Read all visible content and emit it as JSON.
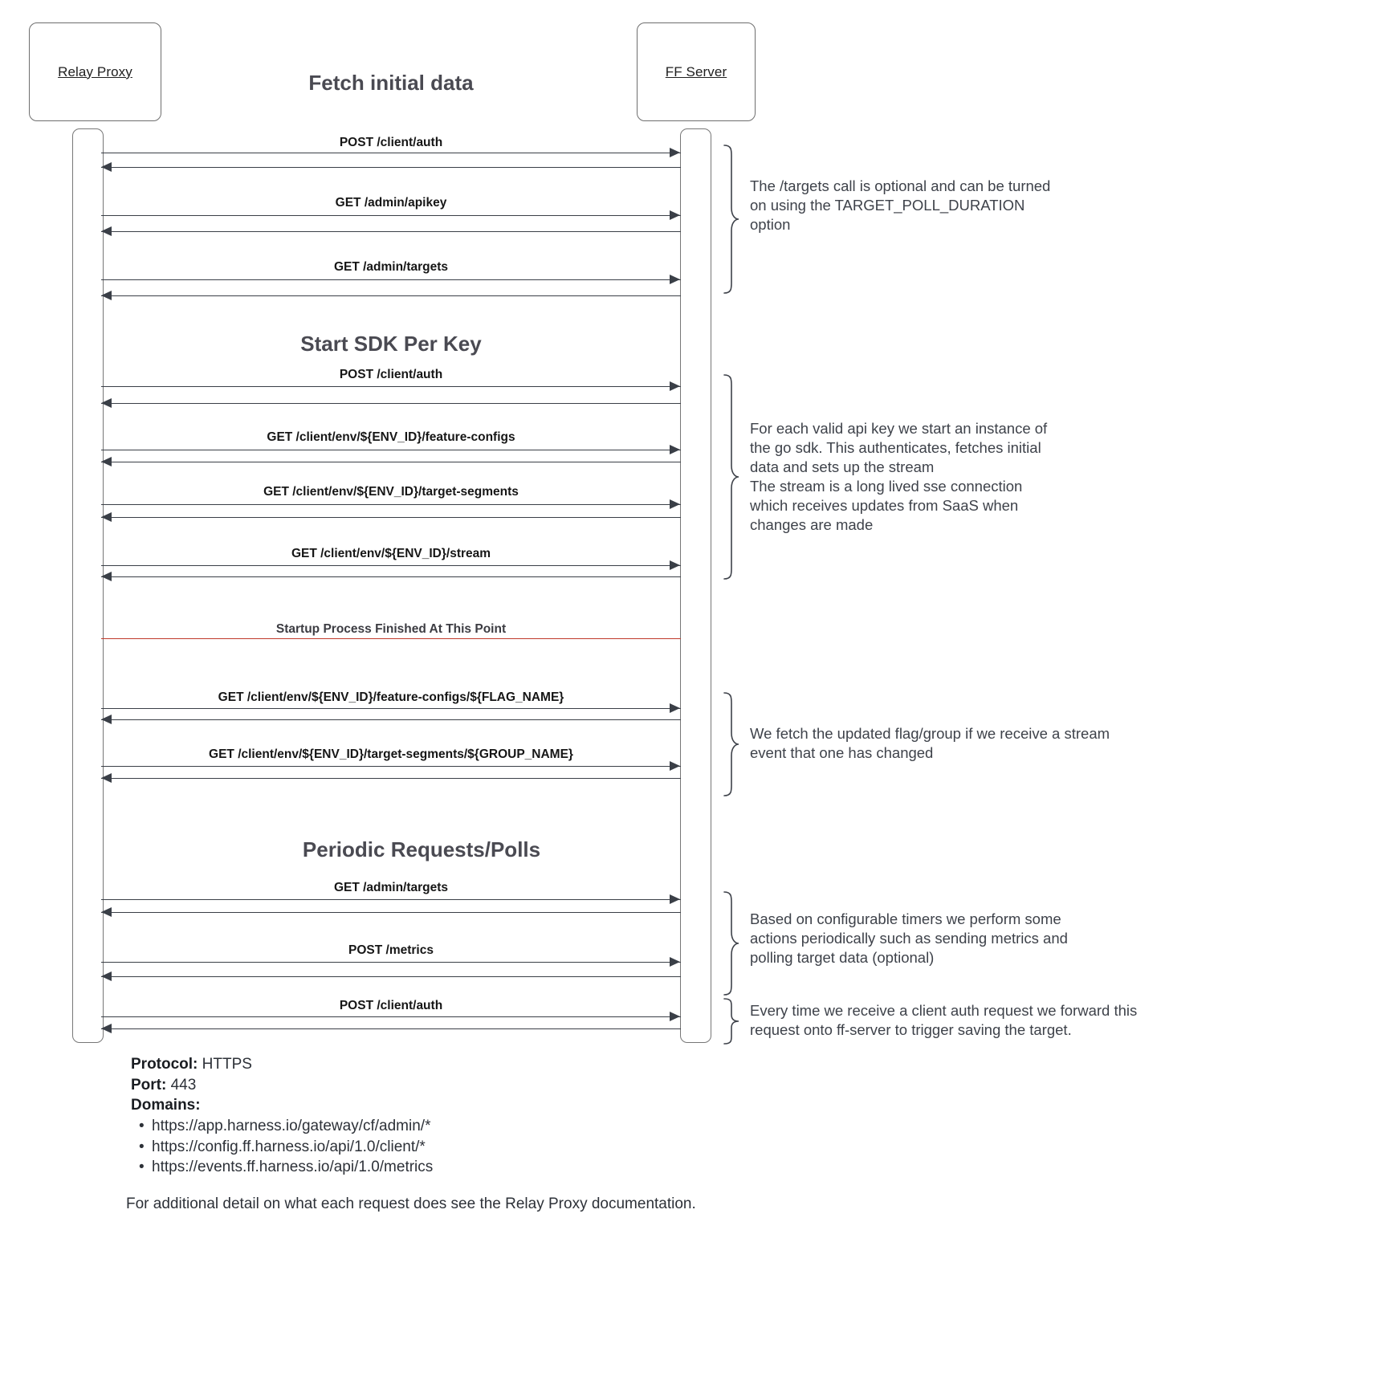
{
  "diagram": {
    "type": "sequence-diagram",
    "participants": [
      {
        "id": "relay-proxy",
        "label": "Relay Proxy"
      },
      {
        "id": "ff-server",
        "label": "FF Server"
      }
    ],
    "sections": [
      {
        "id": "fetch-initial-data",
        "title": "Fetch initial data"
      },
      {
        "id": "start-sdk-per-key",
        "title": "Start SDK Per Key"
      },
      {
        "id": "periodic-requests",
        "title": "Periodic Requests/Polls"
      }
    ],
    "divider": {
      "label": "Startup Process Finished At This Point",
      "color": "#c0392b"
    },
    "messages": [
      {
        "id": "m1",
        "label": "POST /client/auth",
        "direction": "request",
        "section": "fetch-initial-data"
      },
      {
        "id": "m1r",
        "label": "",
        "direction": "response",
        "section": "fetch-initial-data"
      },
      {
        "id": "m2",
        "label": "GET /admin/apikey",
        "direction": "request",
        "section": "fetch-initial-data"
      },
      {
        "id": "m2r",
        "label": "",
        "direction": "response",
        "section": "fetch-initial-data"
      },
      {
        "id": "m3",
        "label": "GET /admin/targets",
        "direction": "request",
        "section": "fetch-initial-data"
      },
      {
        "id": "m3r",
        "label": "",
        "direction": "response",
        "section": "fetch-initial-data"
      },
      {
        "id": "m4",
        "label": "POST /client/auth",
        "direction": "request",
        "section": "start-sdk-per-key"
      },
      {
        "id": "m4r",
        "label": "",
        "direction": "response",
        "section": "start-sdk-per-key"
      },
      {
        "id": "m5",
        "label": "GET /client/env/${ENV_ID}/feature-configs",
        "direction": "request",
        "section": "start-sdk-per-key"
      },
      {
        "id": "m5r",
        "label": "",
        "direction": "response",
        "section": "start-sdk-per-key"
      },
      {
        "id": "m6",
        "label": "GET /client/env/${ENV_ID}/target-segments",
        "direction": "request",
        "section": "start-sdk-per-key"
      },
      {
        "id": "m6r",
        "label": "",
        "direction": "response",
        "section": "start-sdk-per-key"
      },
      {
        "id": "m7",
        "label": "GET /client/env/${ENV_ID}/stream",
        "direction": "request",
        "section": "start-sdk-per-key"
      },
      {
        "id": "m7r",
        "label": "",
        "direction": "response",
        "section": "start-sdk-per-key"
      },
      {
        "id": "m8",
        "label": "GET /client/env/${ENV_ID}/feature-configs/${FLAG_NAME}",
        "direction": "request",
        "section": "post-startup"
      },
      {
        "id": "m8r",
        "label": "",
        "direction": "response",
        "section": "post-startup"
      },
      {
        "id": "m9",
        "label": "GET /client/env/${ENV_ID}/target-segments/${GROUP_NAME}",
        "direction": "request",
        "section": "post-startup"
      },
      {
        "id": "m9r",
        "label": "",
        "direction": "response",
        "section": "post-startup"
      },
      {
        "id": "m10",
        "label": "GET /admin/targets",
        "direction": "request",
        "section": "periodic-requests"
      },
      {
        "id": "m10r",
        "label": "",
        "direction": "response",
        "section": "periodic-requests"
      },
      {
        "id": "m11",
        "label": "POST /metrics",
        "direction": "request",
        "section": "periodic-requests"
      },
      {
        "id": "m11r",
        "label": "",
        "direction": "response",
        "section": "periodic-requests"
      },
      {
        "id": "m12",
        "label": "POST /client/auth",
        "direction": "request",
        "section": "periodic-requests"
      },
      {
        "id": "m12r",
        "label": "",
        "direction": "response",
        "section": "periodic-requests"
      }
    ],
    "notes": [
      {
        "id": "note-targets-optional",
        "text": "The /targets call is optional and can be turned\non using the TARGET_POLL_DURATION\noption"
      },
      {
        "id": "note-sdk-instance",
        "text": "For each valid api key we start an instance of\nthe go sdk. This authenticates, fetches initial\ndata and sets up the stream\nThe stream is a long lived sse connection\nwhich receives updates from SaaS when\nchanges are made"
      },
      {
        "id": "note-stream-event",
        "text": "We fetch the updated flag/group if we receive a stream\nevent that one has changed"
      },
      {
        "id": "note-periodic-timers",
        "text": "Based on configurable timers we perform some\nactions periodically such as sending metrics and\npolling target data (optional)"
      },
      {
        "id": "note-client-auth-forward",
        "text": "Every time we receive a client auth request we forward this\nrequest onto ff-server to trigger saving the target."
      }
    ]
  },
  "footer": {
    "protocol_label": "Protocol:",
    "protocol_value": "HTTPS",
    "port_label": "Port:",
    "port_value": "443",
    "domains_label": "Domains:",
    "domains": [
      "https://app.harness.io/gateway/cf/admin/*",
      "https://config.ff.harness.io/api/1.0/client/*",
      "https://events.ff.harness.io/api/1.0/metrics"
    ],
    "note": "For additional detail on what each request does see the Relay Proxy documentation."
  }
}
